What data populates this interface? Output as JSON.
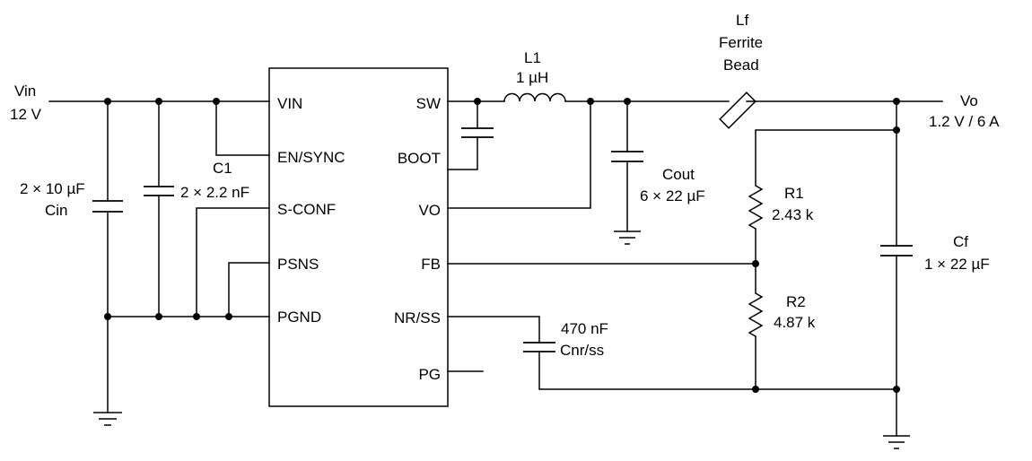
{
  "ic": {
    "pins_left": [
      "VIN",
      "EN/SYNC",
      "S-CONF",
      "PSNS",
      "PGND"
    ],
    "pins_right": [
      "SW",
      "BOOT",
      "VO",
      "FB",
      "NR/SS",
      "PG"
    ]
  },
  "input": {
    "name": "Vin",
    "value": "12 V"
  },
  "output": {
    "name": "Vo",
    "value": "1.2 V / 6 A"
  },
  "cin": {
    "value": "2 × 10 µF",
    "name": "Cin"
  },
  "c1": {
    "name": "C1",
    "value": "2 ×  2.2 nF"
  },
  "l1": {
    "name": "L1",
    "value": "1 µH"
  },
  "lf": {
    "name": "Lf",
    "line2": "Ferrite",
    "line3": "Bead"
  },
  "cout": {
    "name": "Cout",
    "value": "6 ×  22 µF"
  },
  "r1": {
    "name": "R1",
    "value": "2.43 k"
  },
  "r2": {
    "name": "R2",
    "value": "4.87 k"
  },
  "cf": {
    "name": "Cf",
    "value": "1 ×  22 µF"
  },
  "cnr": {
    "value": "470 nF",
    "name": "Cnr/ss"
  }
}
